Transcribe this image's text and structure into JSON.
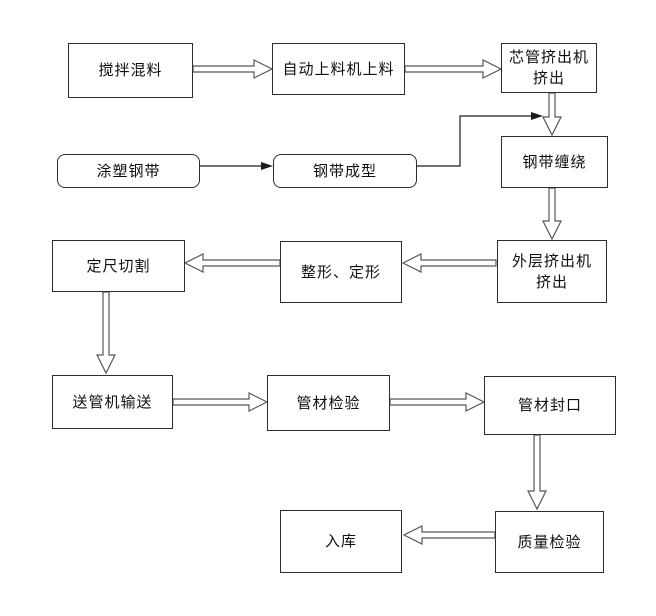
{
  "colors": {
    "background": "#ffffff",
    "box_border": "#2d2d2d",
    "box_fill": "#ffffff",
    "hollow_arrow_outline": "#575757",
    "thin_arrow": "#1c1c1c",
    "text": "#0f0f0f"
  },
  "nodes": {
    "mix": {
      "label": "搅拌混料"
    },
    "auto_feed": {
      "label": "自动上料机上料"
    },
    "core_extruder": {
      "label": "芯管挤出机\n挤出"
    },
    "coated_strip": {
      "label": "涂塑钢带"
    },
    "strip_forming": {
      "label": "钢带成型"
    },
    "strip_winding": {
      "label": "钢带缠绕"
    },
    "cut_to_length": {
      "label": "定尺切割"
    },
    "shaping": {
      "label": "整形、定形"
    },
    "outer_extruder": {
      "label": "外层挤出机\n挤出"
    },
    "pipe_convey": {
      "label": "送管机输送"
    },
    "pipe_inspect": {
      "label": "管材检验"
    },
    "pipe_seal": {
      "label": "管材封口"
    },
    "warehouse_in": {
      "label": "入库"
    },
    "quality_inspect": {
      "label": "质量检验"
    }
  },
  "edges": [
    {
      "from": "搅拌混料",
      "to": "自动上料机上料",
      "style": "hollow"
    },
    {
      "from": "自动上料机上料",
      "to": "芯管挤出机挤出",
      "style": "hollow"
    },
    {
      "from": "芯管挤出机挤出",
      "to": "钢带缠绕",
      "style": "hollow"
    },
    {
      "from": "涂塑钢带",
      "to": "钢带成型",
      "style": "thin"
    },
    {
      "from": "钢带成型",
      "to": "钢带缠绕",
      "style": "thin"
    },
    {
      "from": "钢带缠绕",
      "to": "外层挤出机挤出",
      "style": "hollow"
    },
    {
      "from": "外层挤出机挤出",
      "to": "整形、定形",
      "style": "hollow"
    },
    {
      "from": "整形、定形",
      "to": "定尺切割",
      "style": "hollow"
    },
    {
      "from": "定尺切割",
      "to": "送管机输送",
      "style": "hollow"
    },
    {
      "from": "送管机输送",
      "to": "管材检验",
      "style": "hollow"
    },
    {
      "from": "管材检验",
      "to": "管材封口",
      "style": "hollow"
    },
    {
      "from": "管材封口",
      "to": "质量检验",
      "style": "hollow"
    },
    {
      "from": "质量检验",
      "to": "入库",
      "style": "hollow"
    }
  ]
}
